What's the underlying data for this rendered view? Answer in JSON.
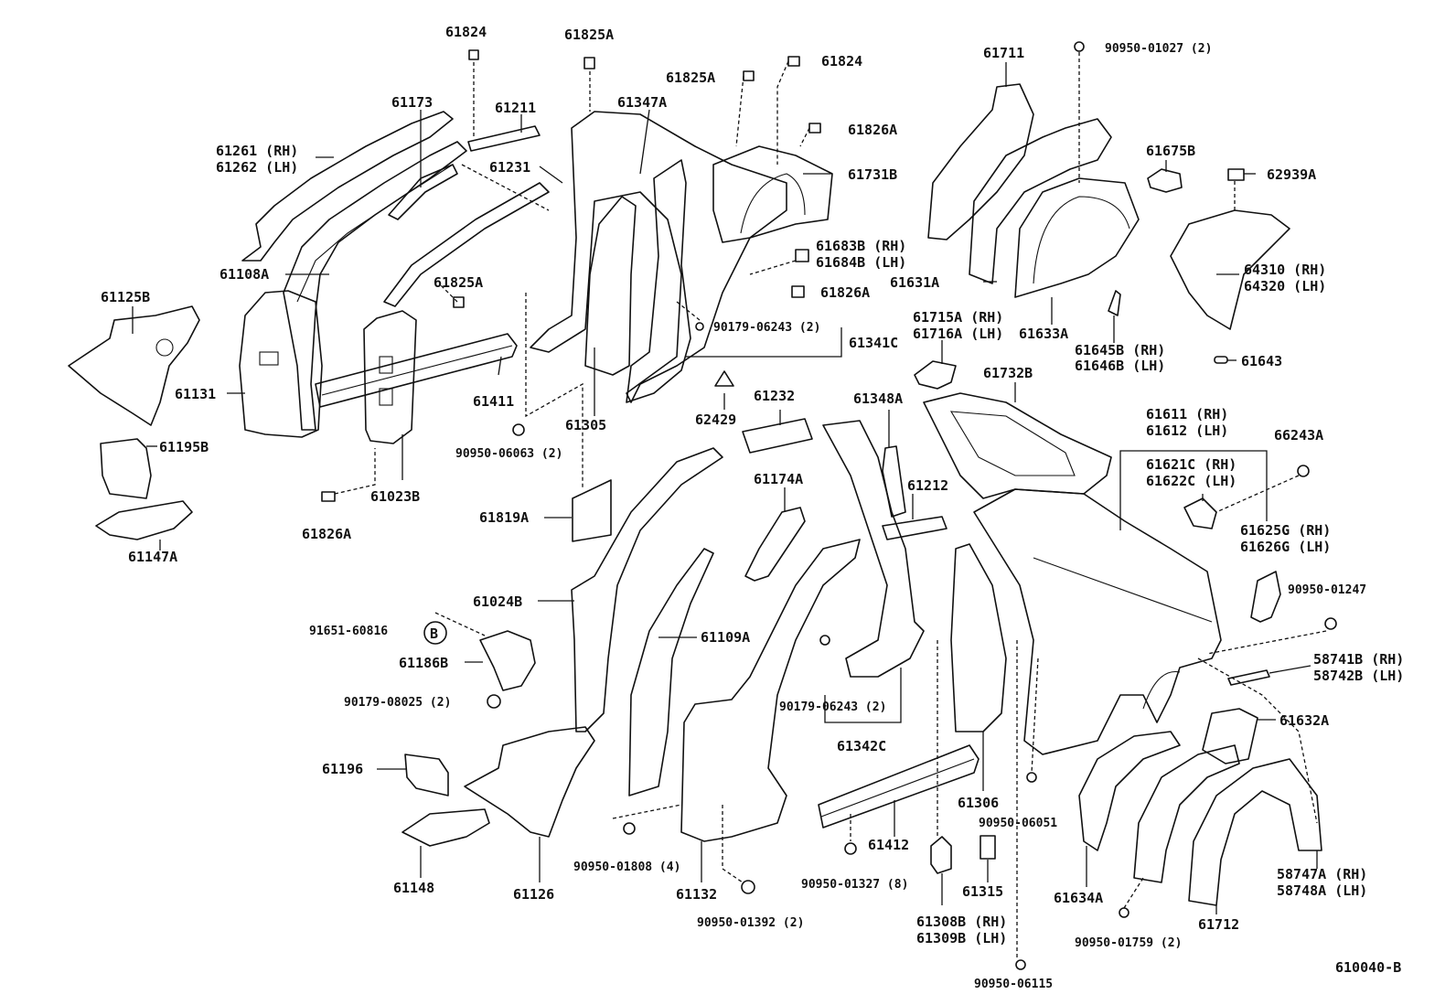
{
  "diagram_id": "610040-B",
  "parts": [
    {
      "key": "p61824a",
      "text": "61824"
    },
    {
      "key": "p61825a_top",
      "text": "61825A"
    },
    {
      "key": "p61173",
      "text": "61173"
    },
    {
      "key": "p61211",
      "text": "61211"
    },
    {
      "key": "p61347a",
      "text": "61347A"
    },
    {
      "key": "p61825a_mid",
      "text": "61825A"
    },
    {
      "key": "p61824b",
      "text": "61824"
    },
    {
      "key": "p61711",
      "text": "61711"
    },
    {
      "key": "p90950_01027",
      "text": "90950-01027 (2)"
    },
    {
      "key": "p61826a_top",
      "text": "61826A"
    },
    {
      "key": "p61261",
      "text": "61261 (RH)"
    },
    {
      "key": "p61262",
      "text": "61262 (LH)"
    },
    {
      "key": "p61231",
      "text": "61231"
    },
    {
      "key": "p61731b",
      "text": "61731B"
    },
    {
      "key": "p61675b",
      "text": "61675B"
    },
    {
      "key": "p62939a",
      "text": "62939A"
    },
    {
      "key": "p61683b",
      "text": "61683B (RH)"
    },
    {
      "key": "p61684b",
      "text": "61684B (LH)"
    },
    {
      "key": "p61108a",
      "text": "61108A"
    },
    {
      "key": "p61825a_low",
      "text": "61825A"
    },
    {
      "key": "p61631a",
      "text": "61631A"
    },
    {
      "key": "p64310",
      "text": "64310 (RH)"
    },
    {
      "key": "p64320",
      "text": "64320 (LH)"
    },
    {
      "key": "p61826a_mid",
      "text": "61826A"
    },
    {
      "key": "p61125b",
      "text": "61125B"
    },
    {
      "key": "p90179_06243a",
      "text": "90179-06243 (2)"
    },
    {
      "key": "p61715a",
      "text": "61715A (RH)"
    },
    {
      "key": "p61716a",
      "text": "61716A (LH)"
    },
    {
      "key": "p61633a",
      "text": "61633A"
    },
    {
      "key": "p61341c",
      "text": "61341C"
    },
    {
      "key": "p61645b",
      "text": "61645B (RH)"
    },
    {
      "key": "p61646b",
      "text": "61646B (LH)"
    },
    {
      "key": "p61643",
      "text": "61643"
    },
    {
      "key": "p61131",
      "text": "61131"
    },
    {
      "key": "p61411",
      "text": "61411"
    },
    {
      "key": "p61732b",
      "text": "61732B"
    },
    {
      "key": "p61232",
      "text": "61232"
    },
    {
      "key": "p61348a",
      "text": "61348A"
    },
    {
      "key": "p62429",
      "text": "62429"
    },
    {
      "key": "p61305",
      "text": "61305"
    },
    {
      "key": "p61611",
      "text": "61611 (RH)"
    },
    {
      "key": "p61612",
      "text": "61612 (LH)"
    },
    {
      "key": "p61195b",
      "text": "61195B"
    },
    {
      "key": "p90950_06063",
      "text": "90950-06063 (2)"
    },
    {
      "key": "p66243a",
      "text": "66243A"
    },
    {
      "key": "p61621c",
      "text": "61621C (RH)"
    },
    {
      "key": "p61622c",
      "text": "61622C (LH)"
    },
    {
      "key": "p61023b",
      "text": "61023B"
    },
    {
      "key": "p61174a",
      "text": "61174A"
    },
    {
      "key": "p61212",
      "text": "61212"
    },
    {
      "key": "p61819a",
      "text": "61819A"
    },
    {
      "key": "p61826a_low",
      "text": "61826A"
    },
    {
      "key": "p61147a",
      "text": "61147A"
    },
    {
      "key": "p61625g",
      "text": "61625G (RH)"
    },
    {
      "key": "p61626g",
      "text": "61626G (LH)"
    },
    {
      "key": "p90950_01247",
      "text": "90950-01247"
    },
    {
      "key": "p61024b",
      "text": "61024B"
    },
    {
      "key": "p91651_60816",
      "text": "91651-60816"
    },
    {
      "key": "pB",
      "text": "B"
    },
    {
      "key": "p61109a",
      "text": "61109A"
    },
    {
      "key": "p61186b",
      "text": "61186B"
    },
    {
      "key": "p58741b",
      "text": "58741B (RH)"
    },
    {
      "key": "p58742b",
      "text": "58742B (LH)"
    },
    {
      "key": "p90179_08025",
      "text": "90179-08025 (2)"
    },
    {
      "key": "p90179_06243b",
      "text": "90179-06243 (2)"
    },
    {
      "key": "p61632a",
      "text": "61632A"
    },
    {
      "key": "p61342c",
      "text": "61342C"
    },
    {
      "key": "p61196",
      "text": "61196"
    },
    {
      "key": "p61306",
      "text": "61306"
    },
    {
      "key": "p90950_06051",
      "text": "90950-06051"
    },
    {
      "key": "p61412",
      "text": "61412"
    },
    {
      "key": "p90950_01808",
      "text": "90950-01808 (4)"
    },
    {
      "key": "p58747a",
      "text": "58747A (RH)"
    },
    {
      "key": "p58748a",
      "text": "58748A (LH)"
    },
    {
      "key": "p61148",
      "text": "61148"
    },
    {
      "key": "p61126",
      "text": "61126"
    },
    {
      "key": "p61132",
      "text": "61132"
    },
    {
      "key": "p90950_01327",
      "text": "90950-01327 (8)"
    },
    {
      "key": "p61315",
      "text": "61315"
    },
    {
      "key": "p61634a",
      "text": "61634A"
    },
    {
      "key": "p61712",
      "text": "61712"
    },
    {
      "key": "p61308b",
      "text": "61308B (RH)"
    },
    {
      "key": "p61309b",
      "text": "61309B (LH)"
    },
    {
      "key": "p90950_01392",
      "text": "90950-01392 (2)"
    },
    {
      "key": "p90950_01759",
      "text": "90950-01759 (2)"
    },
    {
      "key": "p90950_06115",
      "text": "90950-06115"
    }
  ]
}
